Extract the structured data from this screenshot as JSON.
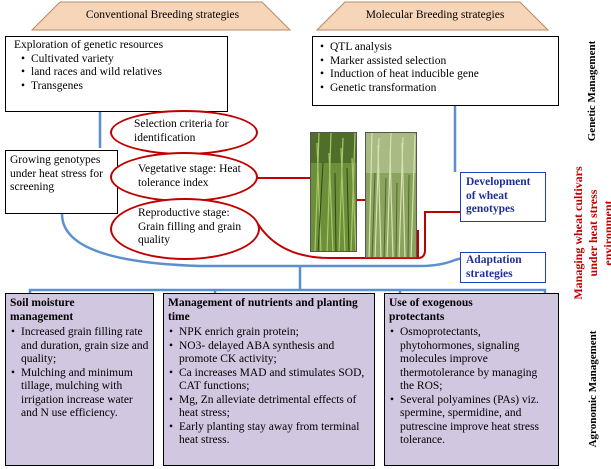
{
  "header": {
    "left_banner": "Conventional Breeding strategies",
    "right_banner": "Molecular Breeding strategies"
  },
  "exploration": {
    "title": "Exploration of genetic resources",
    "items": [
      "Cultivated variety",
      "land races and wild relatives",
      "Transgenes"
    ]
  },
  "molecular": {
    "items": [
      "QTL analysis",
      "Marker assisted selection",
      "Induction of heat inducible gene",
      "Genetic transformation"
    ]
  },
  "growing": {
    "text": "Growing genotypes under heat stress for screening"
  },
  "ellipses": {
    "selection": "Selection criteria for identification",
    "vegetative": "Vegetative stage: Heat tolerance index",
    "reproductive": "Reproductive stage: Grain filling and grain quality"
  },
  "blue_boxes": {
    "development": "Development of wheat genotypes",
    "adaptation": "Adaptation strategies"
  },
  "side_labels": {
    "genetic": "Genetic Management",
    "managing": "Managing wheat cultivars under heat stress environment",
    "agronomic": "Agronomic Management"
  },
  "soil": {
    "heading": "Soil moisture management",
    "items": [
      "Increased grain filling rate and duration, grain size and quality;",
      "Mulching and minimum tillage, mulching with irrigation increase water and N use efficiency."
    ]
  },
  "nutrients": {
    "heading": "Management of nutrients and planting time",
    "items": [
      "NPK enrich grain protein;",
      "NO3- delayed ABA synthesis and promote CK activity;",
      "Ca increases MAD and stimulates SOD, CAT functions;",
      "Mg, Zn alleviate detrimental effects of heat stress;",
      "Early planting stay away from terminal heat stress."
    ]
  },
  "exogenous": {
    "heading": "Use of exogenous protectants",
    "items": [
      "Osmoprotectants, phytohormones, signaling molecules improve thermotolerance by managing the ROS;",
      "Several polyamines (PAs) viz. spermine, spermidine, and putrescine improve heat stress tolerance."
    ]
  },
  "colors": {
    "banner": "#f7d5b8",
    "connector": "#5b8fd0",
    "ellipse_border": "#c00000",
    "blue_text": "#1f2f99",
    "red_label": "#c00000",
    "purple_box": "#d1c7e0"
  }
}
